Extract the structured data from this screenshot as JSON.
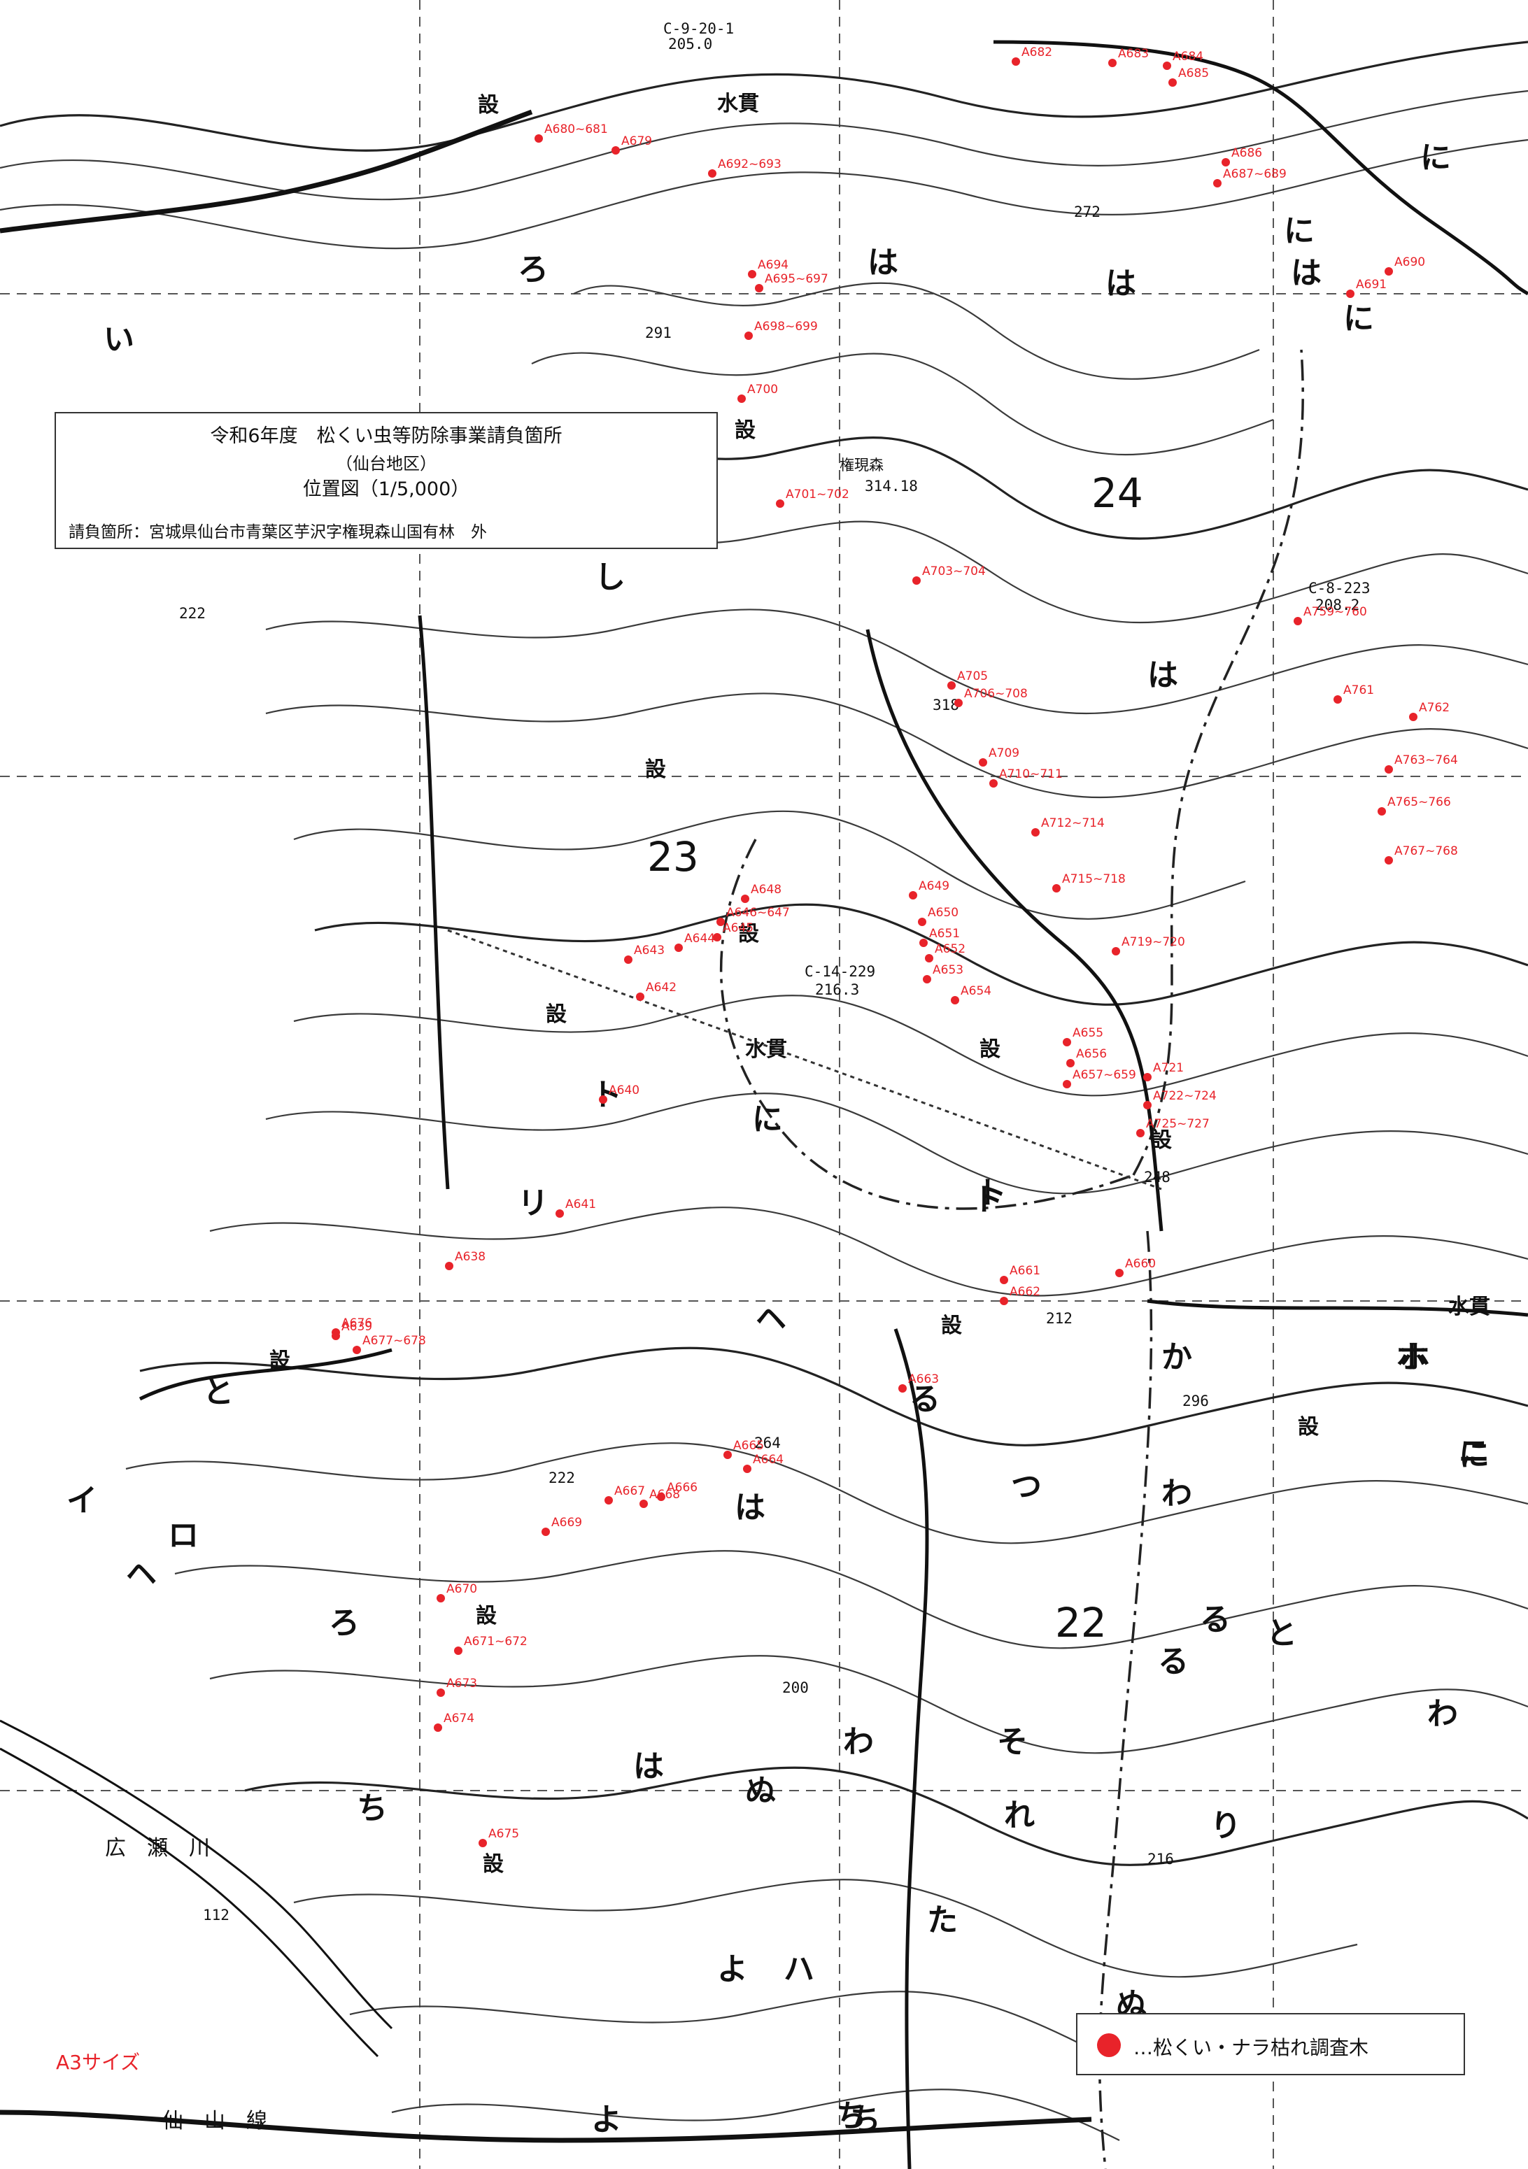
{
  "title": {
    "line1": "令和6年度　松くい虫等防除事業請負箇所",
    "line2": "（仙台地区）",
    "line3": "位置図（1/5,000）",
    "location": "請負箇所：宮城県仙台市青葉区芋沢字権現森山国有林　外"
  },
  "legend": {
    "label": "…松くい・ナラ枯れ調査木",
    "marker_color": "#e8232a"
  },
  "paper_size": "A3サイズ",
  "compartments": [
    "22",
    "23",
    "24"
  ],
  "place_labels": {
    "peak": "権現森",
    "peak_elev": "314.18",
    "triangulation_top": "C-9-20-1",
    "triangulation_top_elev": "205.0",
    "triangulation_mid": "C-14-229",
    "triangulation_mid_elev": "216.3",
    "triangulation_right": "C-8-223",
    "triangulation_right_elev": "208.2",
    "elevations": [
      "272",
      "291",
      "222",
      "318",
      "248",
      "212",
      "296",
      "264",
      "222",
      "200",
      "216",
      "112"
    ],
    "suikan_1": "水貫",
    "suikan_2": "水貫",
    "suikan_3": "水貫",
    "river": "広　瀬　川",
    "rail_line": "仙　山　線"
  },
  "subcompartment_labels": [
    "い",
    "ろ",
    "は",
    "は",
    "に",
    "は",
    "に",
    "に",
    "し",
    "は",
    "ト",
    "に",
    "リ",
    "ヘ",
    "と",
    "イ",
    "ロ",
    "ヘ",
    "ろ",
    "ト",
    "ホ",
    "る",
    "は",
    "か",
    "ホ",
    "わ",
    "つ",
    "ち",
    "は",
    "わ",
    "ぬ",
    "そ",
    "る",
    "れ",
    "と",
    "る",
    "た",
    "よ",
    "ハ",
    "り",
    "ぬ",
    "よ",
    "ち",
    "わ",
    "に",
    "ト",
    "ニ",
    "ち"
  ],
  "symbol_tags": [
    "設",
    "設",
    "設",
    "設",
    "設",
    "設",
    "設",
    "設",
    "設",
    "設",
    "設",
    "設"
  ],
  "survey_site_labels": [
    "A682",
    "A683",
    "A684",
    "A685",
    "A686",
    "A687~689",
    "A690",
    "A691",
    "A680~681",
    "A679",
    "A692~693",
    "A694",
    "A695~697",
    "A698~699",
    "A700",
    "A701~702",
    "A703~704",
    "A705",
    "A706~708",
    "A709",
    "A710~711",
    "A712~714",
    "A715~718",
    "A719~720",
    "A721",
    "A722~724",
    "A725~727",
    "A759~760",
    "A761",
    "A762",
    "A763~764",
    "A765~766",
    "A767~768",
    "A640",
    "A641",
    "A642",
    "A643",
    "A644",
    "A645",
    "A646~647",
    "A648",
    "A649",
    "A650",
    "A651",
    "A652",
    "A653",
    "A654",
    "A655",
    "A656",
    "A657~659",
    "A660",
    "A661",
    "A662",
    "A663",
    "A664",
    "A665",
    "A666",
    "A667",
    "A668",
    "A669",
    "A670",
    "A671~672",
    "A673",
    "A674",
    "A675",
    "A676",
    "A677~678",
    "A638",
    "A639"
  ]
}
